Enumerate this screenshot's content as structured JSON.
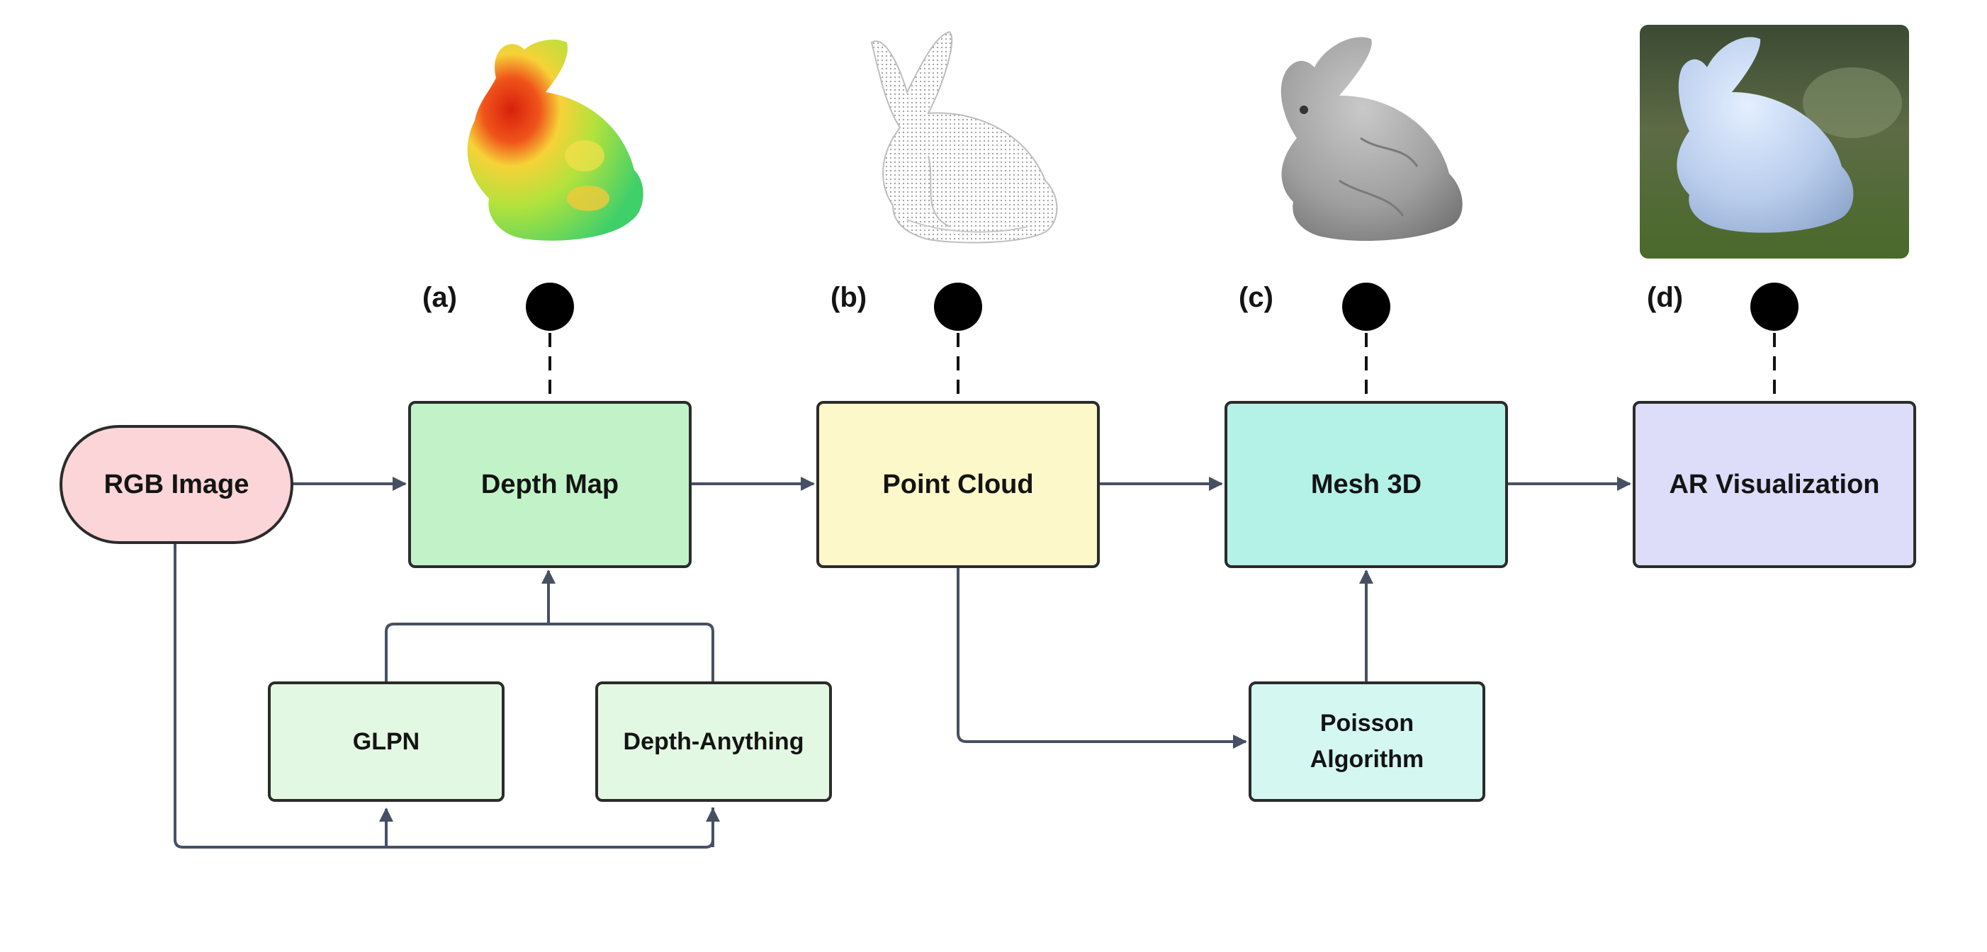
{
  "nodes": {
    "rgb_image": "RGB Image",
    "depth_map": "Depth Map",
    "point_cloud": "Point Cloud",
    "mesh_3d": "Mesh 3D",
    "ar_visualization": "AR Visualization",
    "glpn": "GLPN",
    "depth_anything": "Depth-Anything",
    "poisson_line1": "Poisson",
    "poisson_line2": "Algorithm"
  },
  "stages": [
    {
      "label": "(a)",
      "image": "depth-map-bunny-heatmap"
    },
    {
      "label": "(b)",
      "image": "point-cloud-bunny"
    },
    {
      "label": "(c)",
      "image": "mesh-bunny"
    },
    {
      "label": "(d)",
      "image": "ar-bunny-in-scene"
    }
  ],
  "colors": {
    "rgb_image": "#fbd5d7",
    "depth_map": "#c2f3c8",
    "point_cloud": "#fcf8c9",
    "mesh_3d": "#b4f1e7",
    "ar_visualization": "#dddcf9",
    "model_boxes": "#e3f8e2",
    "poisson": "#d4f8f1",
    "connector": "#475063",
    "border": "#2b2b2b"
  }
}
